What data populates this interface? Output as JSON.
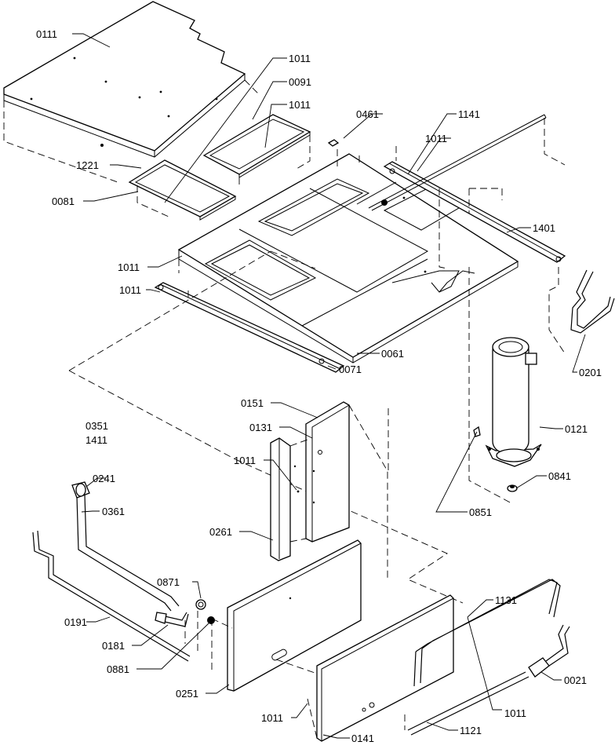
{
  "labels": {
    "p0111": "0111",
    "p1011_a": "1011",
    "p0091": "0091",
    "p1011_b": "1011",
    "p0461": "0461",
    "p1141": "1141",
    "p1011_c": "1011",
    "p1221": "1221",
    "p0081": "0081",
    "p1401": "1401",
    "p1011_d": "1011",
    "p1011_e": "1011",
    "p0061": "0061",
    "p0071": "0071",
    "p0201": "0201",
    "p0151": "0151",
    "p0131": "0131",
    "p0121": "0121",
    "p0351": "0351",
    "p1411": "1411",
    "p0241": "0241",
    "p1011_f": "1011",
    "p0361": "0361",
    "p0841": "0841",
    "p0261": "0261",
    "p0851": "0851",
    "p0871": "0871",
    "p1131": "1131",
    "p0191": "0191",
    "p0181": "0181",
    "p0021": "0021",
    "p0881": "0881",
    "p0251": "0251",
    "p1011_g": "1011",
    "p1011_h": "1011",
    "p0141": "0141",
    "p1121": "1121"
  }
}
